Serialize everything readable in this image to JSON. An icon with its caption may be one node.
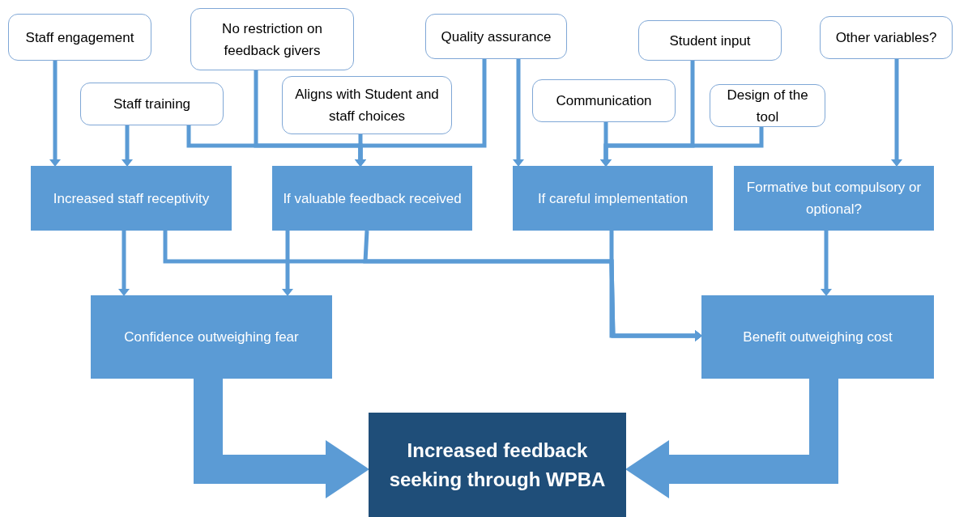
{
  "diagram": {
    "nodes": [
      {
        "text": [
          "Staff engagement"
        ]
      },
      {
        "text": [
          "No restriction on feedback givers"
        ]
      },
      {
        "text": [
          "Quality assurance"
        ]
      },
      {
        "text": [
          "Student input"
        ]
      },
      {
        "text": [
          "Other variables?"
        ]
      },
      {
        "text": [
          "Staff training"
        ]
      },
      {
        "text": [
          "Aligns with Student and staff choices"
        ]
      },
      {
        "text": [
          "Communication"
        ]
      },
      {
        "text": [
          "Design of the tool"
        ]
      },
      {
        "text": [
          "Increased staff receptivity"
        ]
      },
      {
        "text": [
          "If valuable feedback received"
        ]
      },
      {
        "text": [
          "If careful implementation"
        ]
      },
      {
        "text": [
          "Formative but compulsory or optional?"
        ]
      },
      {
        "text": [
          "Confidence outweighing fear"
        ]
      },
      {
        "text": [
          "Benefit outweighing cost"
        ]
      },
      {
        "text": [
          "Increased feedback seeking through WPBA"
        ]
      }
    ],
    "edges": [
      {
        "from": 0,
        "to": 9,
        "arrow": "to"
      },
      {
        "from": 5,
        "to": 9,
        "arrow": "to"
      },
      {
        "from": 5,
        "to": 10,
        "arrow": "to"
      },
      {
        "from": 1,
        "to": 10,
        "arrow": "to"
      },
      {
        "from": 6,
        "to": 10,
        "arrow": "to"
      },
      {
        "from": 2,
        "to": 10,
        "arrow": "to"
      },
      {
        "from": 2,
        "to": 11,
        "arrow": "to"
      },
      {
        "from": 7,
        "to": 11,
        "arrow": "to"
      },
      {
        "from": 3,
        "to": 11,
        "arrow": "to"
      },
      {
        "from": 8,
        "to": 11,
        "arrow": "to"
      },
      {
        "from": 4,
        "to": 12,
        "arrow": "to"
      },
      {
        "from": 9,
        "to": 13,
        "arrow": "to"
      },
      {
        "from": 10,
        "to": 13,
        "arrow": "to"
      },
      {
        "from": 9,
        "to": 14,
        "arrow": "to"
      },
      {
        "from": 10,
        "to": 14,
        "arrow": "to"
      },
      {
        "from": 11,
        "to": 14,
        "arrow": "to"
      },
      {
        "from": 12,
        "to": 14,
        "arrow": "to"
      },
      {
        "from": 13,
        "to": 15,
        "arrow": "to",
        "style": "thick"
      },
      {
        "from": 14,
        "to": 15,
        "arrow": "to",
        "style": "thick"
      }
    ]
  }
}
